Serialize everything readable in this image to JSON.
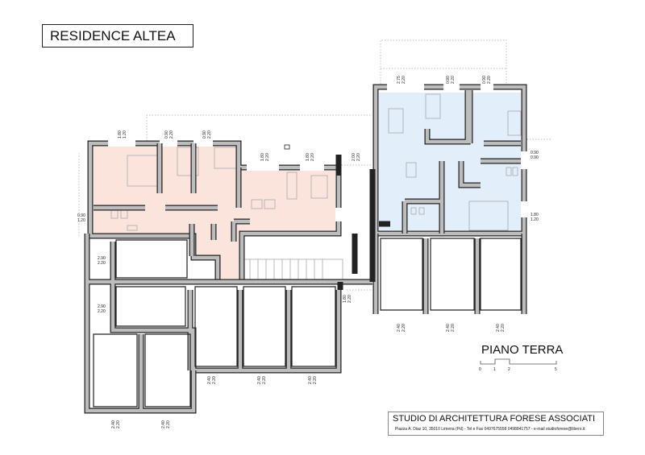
{
  "title": "RESIDENCE ALTEA",
  "floor_label": "PIANO TERRA",
  "scale_bar": {
    "ticks": [
      "0",
      "1",
      "2",
      "5"
    ]
  },
  "studio": {
    "name": "STUDIO DI ARCHITETTURA FORESE ASSOCIATI",
    "address": "Piazza A. Diaz 10, 35010 Limena (Pd) - Tel e Fax 0497675558 0498841757 - e-mail studioforese@libero.it"
  },
  "colors": {
    "unit_left": "#fbe4dc",
    "unit_right": "#e2effb",
    "wall": "#bdbdbd"
  },
  "openings": [
    {
      "w": "1.80",
      "h": "1.20"
    },
    {
      "w": "0.90",
      "h": "2.20"
    },
    {
      "w": "0.90",
      "h": "2.20"
    },
    {
      "w": "1.80",
      "h": "2.20"
    },
    {
      "w": "1.80",
      "h": "2.20"
    },
    {
      "w": "2.00",
      "h": "2.20"
    },
    {
      "w": "0.90",
      "h": "1.20"
    },
    {
      "w": "2.90",
      "h": "2.20"
    },
    {
      "w": "2.90",
      "h": "2.20"
    },
    {
      "w": "2.75",
      "h": "2.20"
    },
    {
      "w": "0.90",
      "h": "2.20"
    },
    {
      "w": "0.90",
      "h": "2.20"
    },
    {
      "w": "0.90",
      "h": "0.90"
    },
    {
      "w": "1.80",
      "h": "1.20"
    },
    {
      "w": "1.80",
      "h": "2.20"
    },
    {
      "w": "2.40",
      "h": "2.20"
    },
    {
      "w": "2.40",
      "h": "2.20"
    },
    {
      "w": "2.40",
      "h": "2.20"
    },
    {
      "w": "2.40",
      "h": "2.20"
    },
    {
      "w": "2.40",
      "h": "2.20"
    },
    {
      "w": "2.40",
      "h": "2.20"
    },
    {
      "w": "2.40",
      "h": "2.20"
    },
    {
      "w": "2.40",
      "h": "2.20"
    }
  ]
}
